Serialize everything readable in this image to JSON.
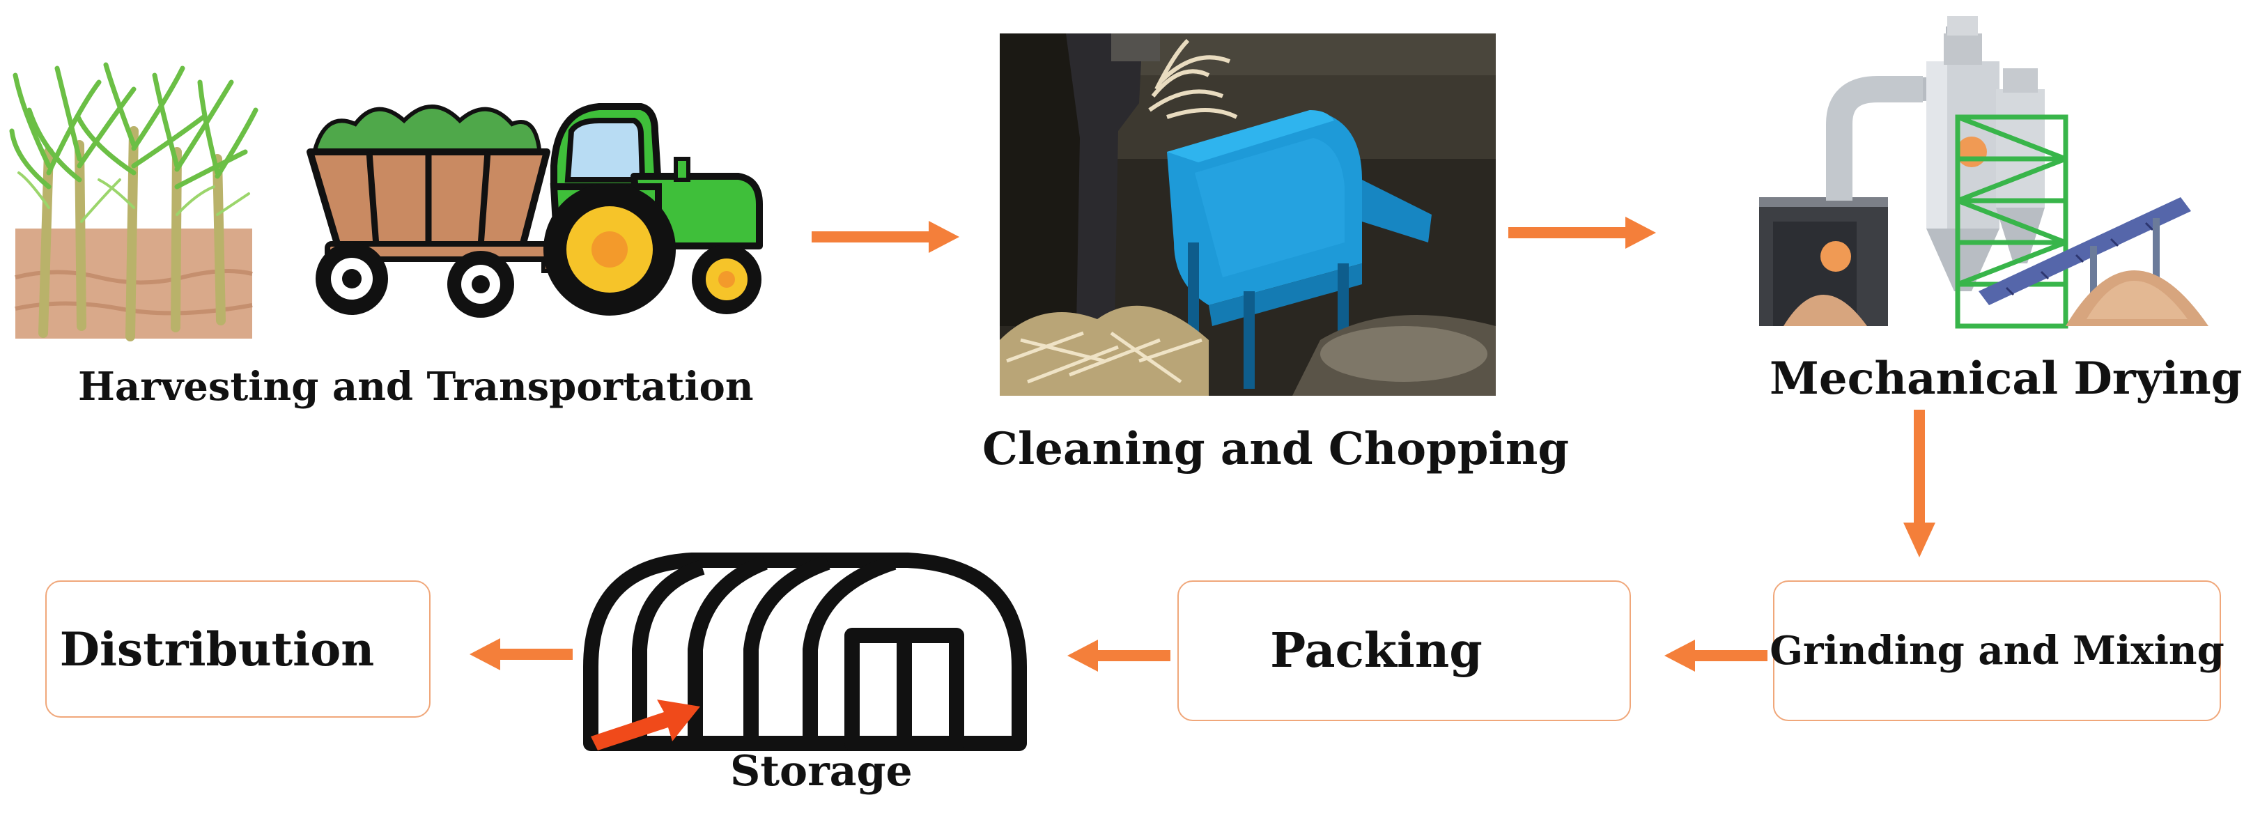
{
  "diagram": {
    "steps": {
      "harvesting": "Harvesting and Transportation",
      "cleaning": "Cleaning and Chopping",
      "drying": "Mechanical Drying",
      "grinding": "Grinding and Mixing",
      "packing": "Packing",
      "storage": "Storage",
      "distribution": "Distribution"
    },
    "colors": {
      "arrow": "#f47f3a",
      "box_border": "#f0a77a",
      "tractor_green": "#3fbf3a",
      "trailer_brown": "#c98a62",
      "cane_green": "#7cc04a",
      "soil": "#d9a98a",
      "dryer_grey": "#b7bcc2",
      "dryer_frame": "#38b54a",
      "conveyor_blue": "#5566aa",
      "sawdust": "#d7a57e",
      "chopper_blue": "#1e9ad8",
      "storage_black": "#111111"
    },
    "icons": [
      "sugarcane-field-icon",
      "tractor-trailer-icon",
      "chopping-machine-photo",
      "dryer-plant-icon",
      "storage-shed-icon"
    ]
  }
}
